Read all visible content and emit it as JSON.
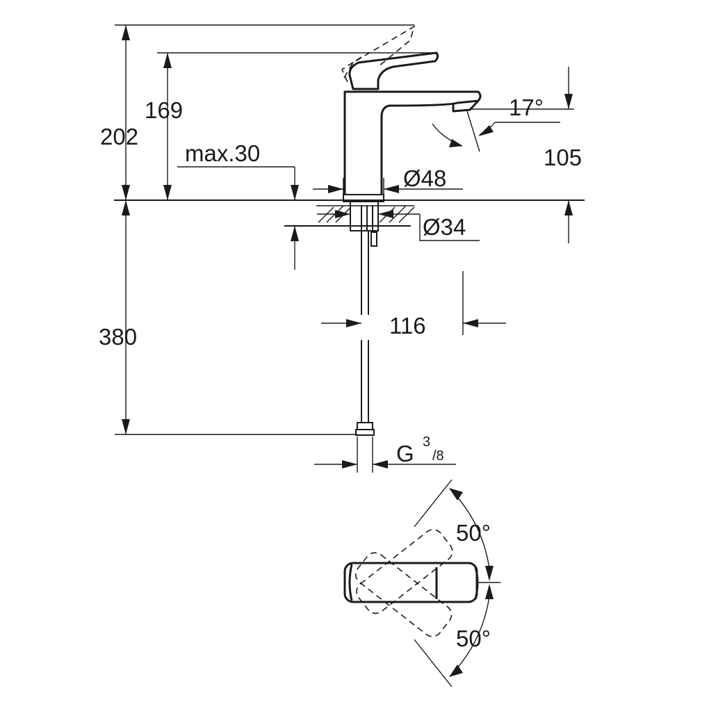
{
  "drawing": {
    "dim_202": "202",
    "dim_169": "169",
    "dim_max30": "max.30",
    "dim_17deg": "17°",
    "dim_105": "105",
    "dim_d48": "Ø48",
    "dim_d34": "Ø34",
    "dim_380": "380",
    "dim_116": "116",
    "thread_g": "G",
    "thread_num": "3",
    "thread_den": "/8",
    "angle_top": "50°",
    "angle_bottom": "50°"
  }
}
